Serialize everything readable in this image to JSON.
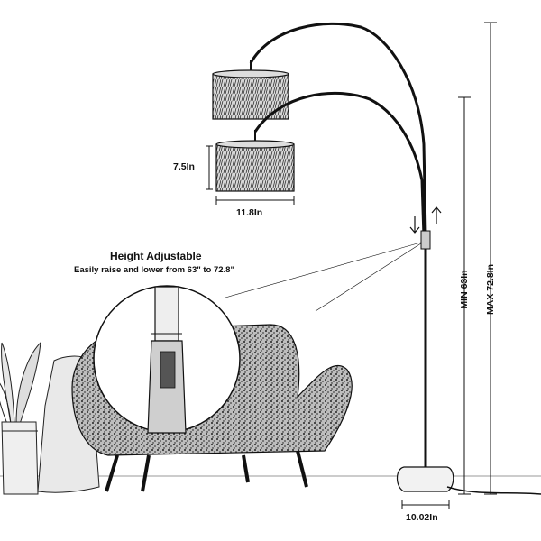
{
  "callout": {
    "title": "Height Adjustable",
    "description": "Easily raise and lower from 63\" to 72.8\""
  },
  "dimensions": {
    "shade_height": "7.5In",
    "shade_width": "11.8In",
    "base_width": "10.02In",
    "min_height": "MIN 63In",
    "max_height": "MAX 72.8In"
  },
  "colors": {
    "ink": "#111111",
    "background": "#ffffff"
  }
}
